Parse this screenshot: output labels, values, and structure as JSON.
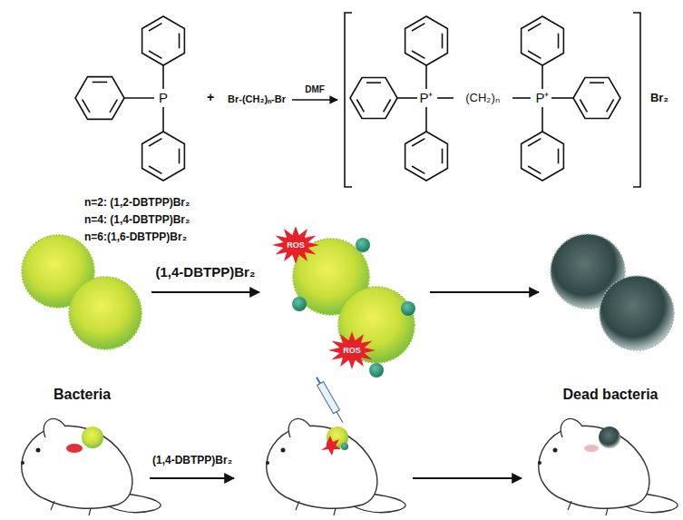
{
  "diagram": {
    "nodes": [
      {
        "text": [
          "Bacteria"
        ]
      },
      {
        "text": [
          "ROS",
          "ROS"
        ]
      },
      {
        "text": [
          "Dead bacteria"
        ]
      }
    ],
    "edges": [
      {
        "from": 0,
        "to": 1,
        "arrow": "to",
        "label": "(1,4-DBTPP)Br₂"
      },
      {
        "from": 1,
        "to": 2,
        "arrow": "to"
      }
    ],
    "labels": [
      "P",
      "+",
      "Br-(CH₂)ₙ-Br",
      "DMF",
      "P⁺",
      "(CH₂)ₙ",
      "P⁺",
      "Br₂",
      "n=2: (1,2-DBTPP)Br₂",
      "n=4: (1,4-DBTPP)Br₂",
      "n=6:(1,6-DBTPP)Br₂",
      "(1,4-DBTPP)Br₂"
    ]
  }
}
